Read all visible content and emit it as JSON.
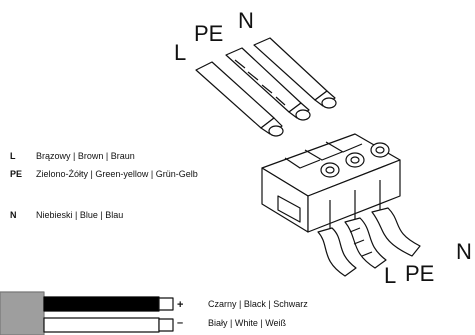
{
  "top_labels": {
    "l": "L",
    "pe": "PE",
    "n": "N"
  },
  "connector_labels": {
    "l": "L",
    "pe": "PE",
    "n": "N"
  },
  "legend": [
    {
      "code": "L",
      "text": "Brązowy | Brown | Braun"
    },
    {
      "code": "PE",
      "text": "Zielono-Żółty | Green-yellow | Grün-Gelb"
    },
    {
      "code": "N",
      "text": "Niebieski | Blue | Blau"
    }
  ],
  "dc_cable": {
    "plus_sign": "+",
    "minus_sign": "–",
    "plus_text": "Czarny | Black | Schwarz",
    "minus_text": "Biały | White | Weiß"
  }
}
